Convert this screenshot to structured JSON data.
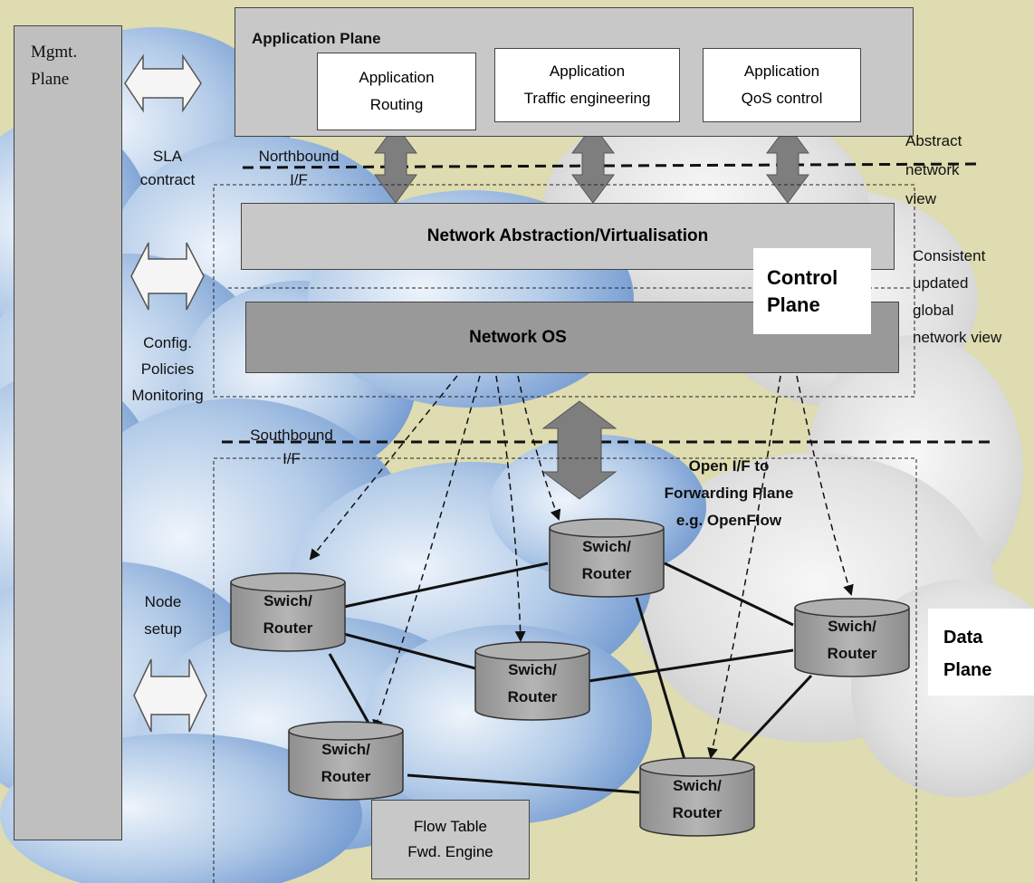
{
  "mgmt": {
    "line1": "Mgmt.",
    "line2": "Plane"
  },
  "app_plane": {
    "title": "Application Plane",
    "apps": [
      {
        "line1": "Application",
        "line2": "Routing"
      },
      {
        "line1": "Application",
        "line2": "Traffic engineering"
      },
      {
        "line1": "Application",
        "line2": "QoS control"
      }
    ]
  },
  "left_labels": {
    "sla1": "SLA",
    "sla2": "contract",
    "cfg1": "Config.",
    "cfg2": "Policies",
    "cfg3": "Monitoring",
    "node1": "Node",
    "node2": "setup"
  },
  "interfaces": {
    "north1": "Northbound",
    "north2": "I/F",
    "south1": "Southbound",
    "south2": "I/F"
  },
  "right_labels": {
    "abs1": "Abstract",
    "abs2": "network",
    "abs3": "view",
    "cons1": "Consistent",
    "cons2": "updated",
    "cons3": "global",
    "cons4": "network view"
  },
  "control": {
    "abstraction": "Network Abstraction/Virtualisation",
    "os": "Network OS",
    "plane1": "Control",
    "plane2": "Plane"
  },
  "open_if": {
    "line1": "Open I/F to",
    "line2": "Forwarding Plane",
    "line3": "e.g. OpenFlow"
  },
  "data_plane": {
    "line1": "Data",
    "line2": "Plane"
  },
  "switch": {
    "line1": "Swich/",
    "line2": "Router"
  },
  "flow_table": {
    "line1": "Flow Table",
    "line2": "Fwd. Engine"
  }
}
